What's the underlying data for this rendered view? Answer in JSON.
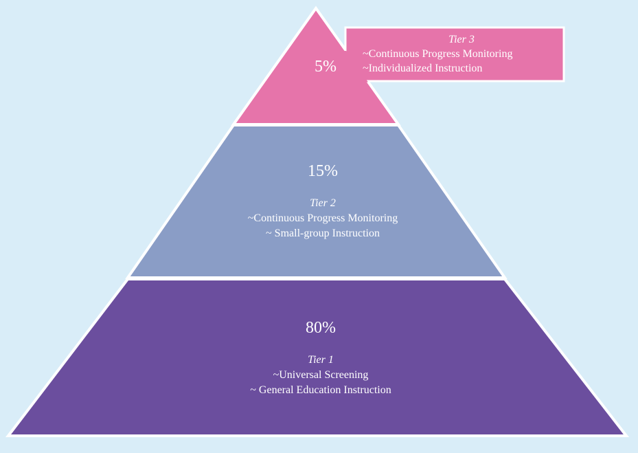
{
  "colors": {
    "background": "#d9edf8",
    "tier3": "#e674aa",
    "tier2": "#8a9dc6",
    "tier1": "#6b4e9e",
    "border": "#ffffff"
  },
  "tier3": {
    "percent": "5%",
    "title": "Tier 3",
    "lines": [
      "~Continuous Progress Monitoring",
      "~Individualized Instruction"
    ]
  },
  "tier2": {
    "percent": "15%",
    "title": "Tier 2",
    "lines": [
      "~Continuous Progress Monitoring",
      "~ Small-group Instruction"
    ]
  },
  "tier1": {
    "percent": "80%",
    "title": "Tier 1",
    "lines": [
      "~Universal Screening",
      "~ General Education Instruction"
    ]
  }
}
